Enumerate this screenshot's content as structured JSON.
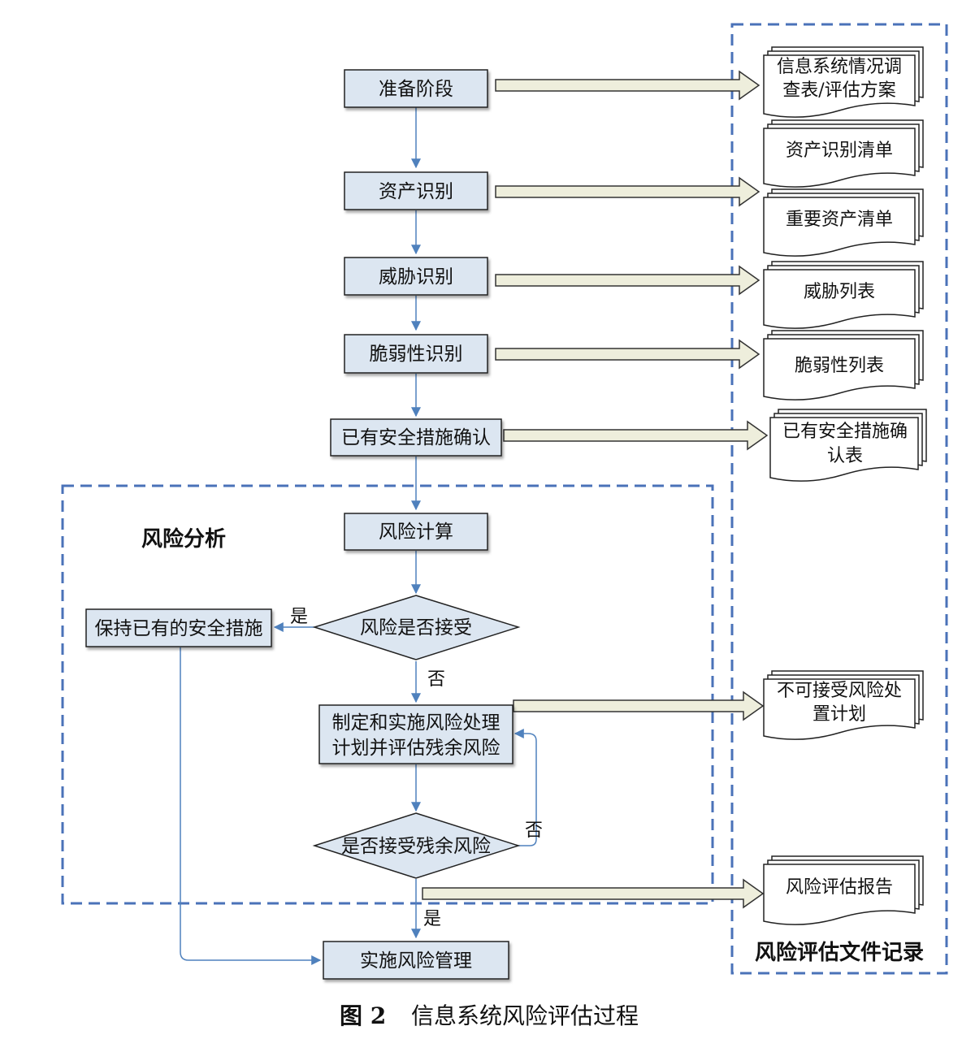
{
  "steps": {
    "prepare": "准备阶段",
    "asset_id": "资产识别",
    "threat_id": "威胁识别",
    "vuln_id": "脆弱性识别",
    "existing_measures": "已有安全措施确认",
    "risk_calc": "风险计算",
    "accept_q": "风险是否接受",
    "keep_measures": "保持已有的安全措施",
    "treat_line1": "制定和实施风险处理",
    "treat_line2": "计划并评估残余风险",
    "residual_q": "是否接受残余风险",
    "implement": "实施风险管理"
  },
  "labels": {
    "yes": "是",
    "no": "否"
  },
  "regions": {
    "risk_analysis": "风险分析",
    "records": "风险评估文件记录"
  },
  "documents": {
    "survey_line1": "信息系统情况调",
    "survey_line2": "查表/评估方案",
    "asset_list": "资产识别清单",
    "key_asset_list": "重要资产清单",
    "threat_list": "威胁列表",
    "vuln_list": "脆弱性列表",
    "measures_line1": "已有安全措施确",
    "measures_line2": "认表",
    "plan_line1": "不可接受风险处",
    "plan_line2": "置计划",
    "report": "风险评估报告"
  },
  "caption": {
    "number": "图 2",
    "title": "信息系统风险评估过程"
  },
  "colors": {
    "box_fill": "#dce6f1",
    "flow_line": "#4f81bd",
    "dash_border": "#4a72b8",
    "arrow_fill": "#eeeedc"
  }
}
